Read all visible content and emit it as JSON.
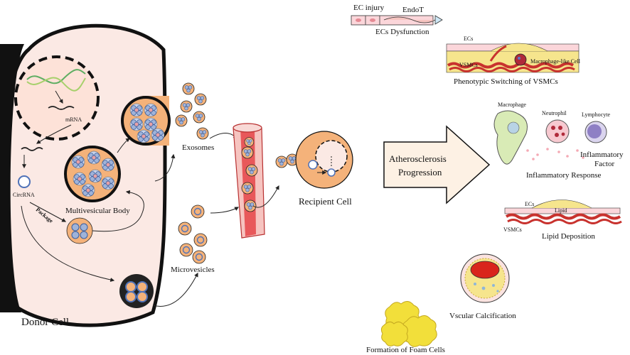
{
  "labels": {
    "donor_cell": "Donor Cell",
    "mrna": "mRNA",
    "circrna": "CircRNA",
    "package": "Package",
    "multivesicular_body": "Multivesicular Body",
    "exosomes": "Exosomes",
    "microvesicles": "Microvesicles",
    "recipient_cell": "Recipient Cell",
    "atherosclerosis": "Atherosclerosis",
    "progression": "Progression",
    "ec_injury": "EC injury",
    "endot": "EndoT",
    "ecs_dysfunction": "ECs Dysfunction",
    "ecs_1": "ECs",
    "vsmcs_1": "VSMCs",
    "macrophage_like_cell": "Macrophage-like Cell",
    "phenotypic_switching": "Phenotypic Switching of VSMCs",
    "macrophage": "Macrophage",
    "neutrophil": "Neutrophil",
    "lymphocyte": "Lymphocyte",
    "inflammatory": "Inflammatory",
    "factor": "Factor",
    "inflammatory_response": "Inflammatory Response",
    "ecs_2": "ECs",
    "lipid": "Lipid",
    "vsmcs_2": "VSMCs",
    "lipid_deposition": "Lipid Deposition",
    "vascular_calcification": "Vscular Calcification",
    "formation_of_foam_cells": "Formation of Foam Cells"
  },
  "colors": {
    "cell_fill": "#fbe9e4",
    "vesicle_fill": "#f4b27a",
    "nucleus_fill": "#fde2d8",
    "vessel_red": "#e8585a",
    "vsmc_red": "#c8322e",
    "lipid_yellow": "#f6e58d",
    "foam_yellow": "#f2df3a",
    "blue_ring": "#4f72b8"
  }
}
